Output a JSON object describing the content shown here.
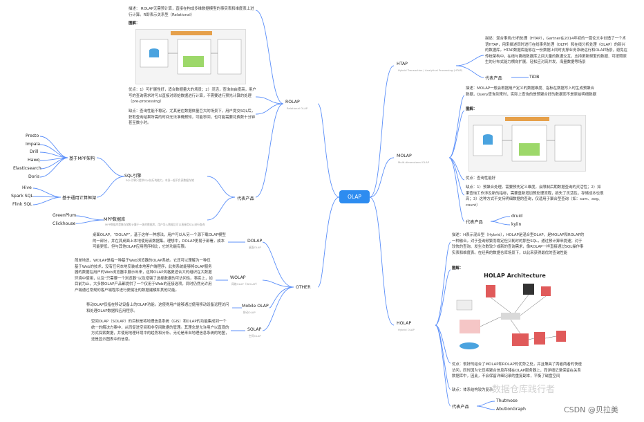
{
  "center": "OLAP",
  "rolap": {
    "title": "ROLAP",
    "subtitle": "Relational OLAP",
    "desc": "描述： ROLAP无需预计算，直接在构成多维数据模型的事实表和维度表上进行计算。R即表示关系型（Relational）",
    "fig_label": "图解：",
    "pros": "优点：1）可扩展性好，适合数据量大的场景；2）灵活，查询自由度高，用户写的查询需求时可以直接对原始数据进行计算，不需要进行预先计算的处理（pre-processing）",
    "cons": "缺点：查询性能不稳定。尤其是在数据体量巨大的场景下，用户提交SQL后，获取查询结果所需的时间无法准确预知，可能秒回，也可能需要花费数十分钟甚至数小时。",
    "reps_label": "代表产品",
    "sql_engine": "SQL引擎",
    "sql_engine_sub": "SQL引擎只提供SQL执行的能力，本身一般不负责数据存储",
    "mpp_arch": "基于MPP架构",
    "mpp_items": [
      "Presto",
      "Impala",
      "Drill",
      "Hawq",
      "Elasticsearch",
      "Doris"
    ],
    "general_arch": "基于通用计算框架",
    "general_items": [
      "Hive",
      "Spark SQL",
      "Flink SQL"
    ],
    "mpp_db": "MPP数据库",
    "mpp_db_sub": "MPP数据库是集存储和计算于一体的数据库，用户导入数据后可以直接用SQL进行查询",
    "mpp_db_items": [
      "GreenPlum",
      "Clickhouse"
    ]
  },
  "other": {
    "title": "OTHER",
    "items": [
      {
        "name": "DOLAP",
        "sub": "桌面OLAP",
        "desc": "桌面OLAP，“DOLAP”，基于这样一种想法，用户可以从另一个源下载OLAP模型的一部分，并在其桌面上本地使用该数据集。理想中，DOLAP更易于部署，成本可能更低，但与其他OLAP应用程序相比，它的功能有限。"
      },
      {
        "name": "WOLAP",
        "sub": "网络OLAP（WOLAP）",
        "desc": "简单地说，WOLAP是指一种基于Web浏览器的OLAP系统。它还可以理解为一种仅基于Web的技术，没有任何本地安装或本地客户端程序，此类系统能够将OLAP服务器的数据在用户的Web浏览器中展示出来，这种OLAP风格更适合大的组织在大数据环境中使用，以及“只需要一个浏览器”以及增强了选择数据的可访问性。事实上，如目前为止，大多数OLAP产品都提供了一个仅用于Web的连接选项，同时仍然允许用户端通过常规的客户端程序进行更健壮的数据建模和其他功能。"
      },
      {
        "name": "Mobile OLAP",
        "sub": "移动OLAP",
        "desc": "移动OLAP仅指在移动设备上的OLAP功能。这使得用户能够通过使用移动设备远程访问和处理OLAP数据和应用程序。"
      },
      {
        "name": "SOLAP",
        "sub": "空间OLAP",
        "desc": "空间OLAP（SOLAP）的目标是将地理信息系统（GIS）和OLAP的功能集成到一个统一的解决方案中，从而促进空间和非空间数据的管理。其理念是允许用户以直观的方式探索数据，并使用地理环境中的趋势和分析。无论是来自地理信息系统的地图，还是显示图表中的信息。"
      }
    ]
  },
  "htap": {
    "title": "HTAP",
    "subtitle": "Hybrid Transaction / Analytical Processing (HTAP)",
    "desc": "描述：混合事务/分析处理（HTAP），Gartner在2014年初的一篇论文中创造了一个术语HTAP，用来描述同时进行在线事务处理（OLTP）和在线分析处理（OLAP）的新兴的数据库。HTAP数据库能够在一份数据上同时支撑业务系统运行和OLAP场景，避免在传统架构中，在线与离线数据库之间大量的数据交互，支持更新频繁的数据、可按照原生的分布式能力横向扩展，轻松应对高并发、海量数据等场景",
    "reps_label": "代表产品",
    "reps": [
      "TiDB"
    ]
  },
  "molap": {
    "title": "MOLAP",
    "subtitle": "Multi-dimensional OLAP",
    "desc": "描述：MOLAP一般会根据用户定义的数据维度、指标在数据写入时生成预聚合数据，Query查询到来时，实际上查询的是预聚合好的数据而不是原始明细数据",
    "fig_label": "图解：",
    "pros": "优点：查询性能好",
    "cons": "缺点：1）预聚合处理。需要预先定义维度，会限制后期数据查询的灵活性；2）如果查询工作涉及新的指标，需要重新增加预处理流程，损失了灵活性，存储成本也很高；3）这种方式不支持明细数据的查询，仅适用于聚合型查询（如：sum、avg、count）",
    "reps_label": "代表产品",
    "reps": [
      "druid",
      "kylin"
    ]
  },
  "holap": {
    "title": "HOLAP",
    "subtitle": "Hybrid OLAP",
    "desc": "描述：H表示混合型（Hybrid），HOLAP是混合型OLAP，是MOLAP和ROLAP的一种融合。对于查询频繁而稳定但又耗时的那些SQL，通过预计算来提速；对于较快的查询、发生次数较少或新的查询需求，像ROLAP一样直接通过SQL操作事实表和维度表。在经典的数据仓库场景下，以此来获得最优的查询性能",
    "fig_label": "图解：",
    "arch_title": "HOLAP Architecture",
    "pros": "优点：很好的结合了MOLAP和ROLAP的优势之处，并且兼具了两者两者的快速访问，同时因为它仅将聚合信息存储在OLAP服务器上，而详细记录保留在关系数据库中，因此，不会保留详细记录的重复副本，平衡了磁盘空间",
    "cons": "缺点：体系结构较为复杂",
    "reps_label": "代表产品",
    "reps": [
      "Thutmose",
      "AbutionGraph"
    ]
  },
  "watermark": "数据仓库践行者",
  "credit": "CSDN @贝拉美"
}
